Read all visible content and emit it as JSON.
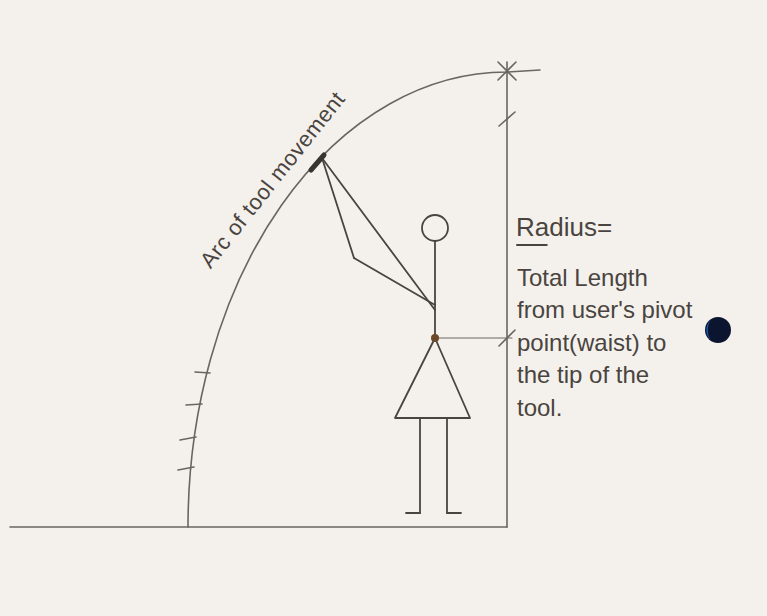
{
  "diagram": {
    "labels": [
      "Arc of tool movement",
      "Radius=",
      "Total Length from user's pivot point(waist) to the tip of the tool."
    ]
  }
}
